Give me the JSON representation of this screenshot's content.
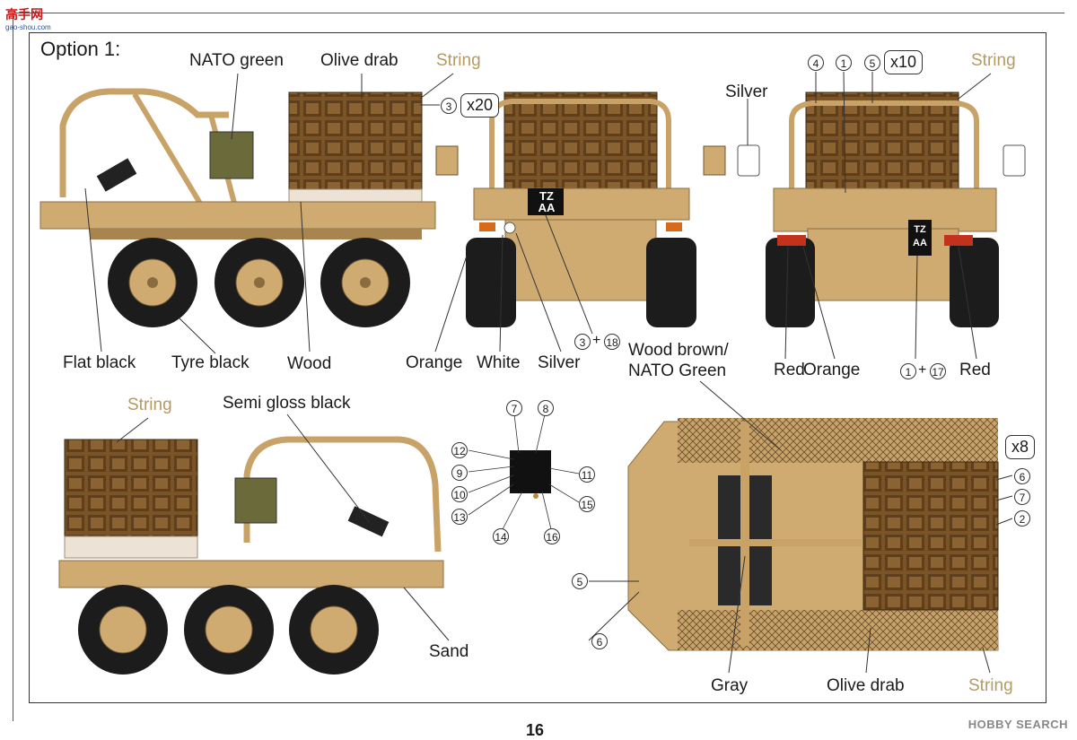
{
  "site_logo": {
    "text": "高手网",
    "sub": "gao-shou.com"
  },
  "option_title": "Option 1:",
  "colors": {
    "sand": "#cfab72",
    "sand_dark": "#a8844e",
    "wood": "#7a5427",
    "wood_light": "#ece3d6",
    "tyre": "#1c1c1c",
    "string": "#b49a63"
  },
  "side_view_right": {
    "labels": {
      "nato_green": "NATO green",
      "olive_drab": "Olive drab",
      "string": "String",
      "flat_black": "Flat black",
      "tyre_black": "Tyre black",
      "wood": "Wood"
    },
    "callout": "3",
    "multiplier": "x20"
  },
  "front_view": {
    "plate_top": "TZ",
    "plate_bottom": "AA",
    "labels": {
      "orange": "Orange",
      "white": "White",
      "silver": "Silver"
    },
    "callout_a": "3",
    "callout_b": "18",
    "plus": "+"
  },
  "rear_view": {
    "labels": {
      "silver": "Silver",
      "string": "String",
      "red_left": "Red",
      "orange": "Orange",
      "red_right": "Red"
    },
    "callouts_top": [
      "4",
      "1",
      "5"
    ],
    "multiplier": "x10",
    "callout_a": "1",
    "callout_b": "17",
    "plus": "+",
    "plate_top": "TZ",
    "plate_bottom": "AA"
  },
  "side_view_left": {
    "labels": {
      "string": "String",
      "semi_gloss_black": "Semi gloss black",
      "sand": "Sand"
    }
  },
  "detail_part": {
    "callouts": [
      "7",
      "8",
      "12",
      "9",
      "11",
      "10",
      "15",
      "13",
      "14",
      "16"
    ]
  },
  "top_view": {
    "labels": {
      "wood_brown_line1": "Wood brown/",
      "wood_brown_line2": "NATO Green",
      "gray": "Gray",
      "olive_drab": "Olive drab",
      "string": "String"
    },
    "multiplier": "x8",
    "callouts_right": [
      "6",
      "7",
      "2"
    ],
    "callouts_left": [
      "5",
      "6"
    ]
  },
  "page_number": "16",
  "watermark": "HOBBY SEARCH"
}
